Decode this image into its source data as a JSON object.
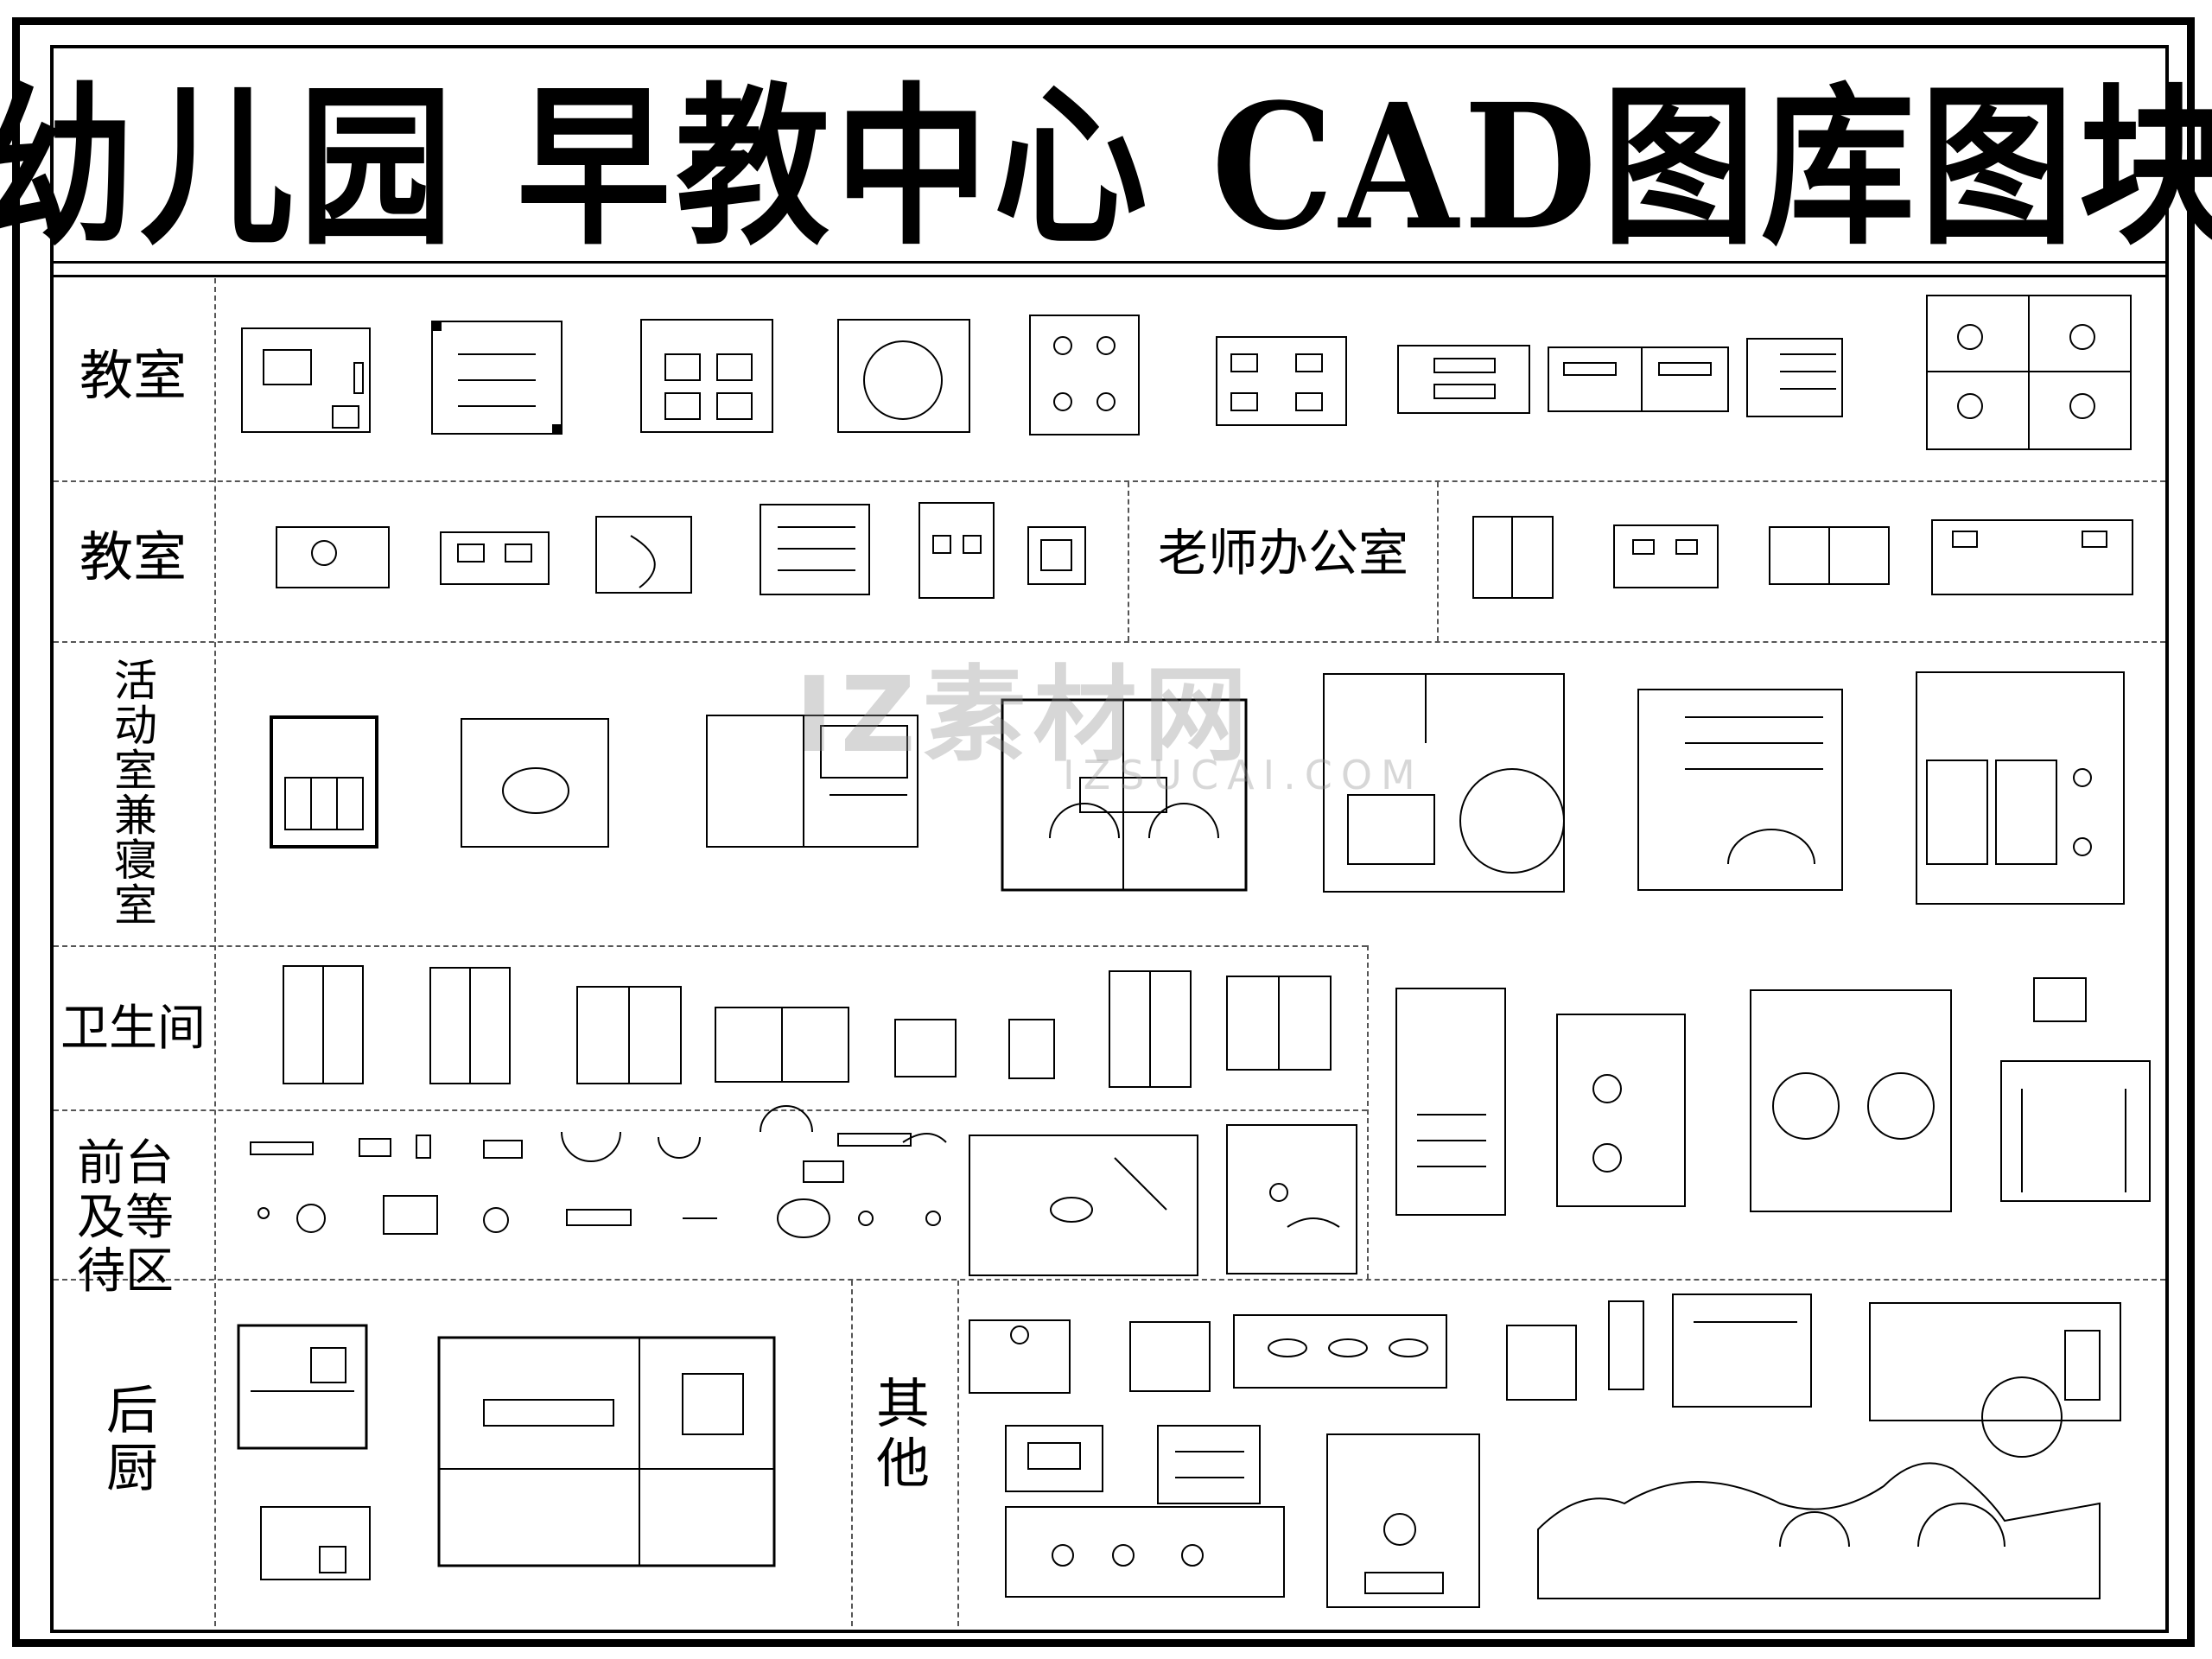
{
  "title": "幼儿园 早教中心 CAD图库图块",
  "sections": {
    "classroom_1": "教室",
    "classroom_2": "教室",
    "teacher_office": "老师办公室",
    "activity_sleep": "活动室兼寝室",
    "restroom": "卫生间",
    "reception": "前台及等待区",
    "kitchen": "后厨",
    "other": "其他"
  },
  "watermark": {
    "main": "IZ素材网",
    "sub": "IZSUCAI.COM"
  }
}
